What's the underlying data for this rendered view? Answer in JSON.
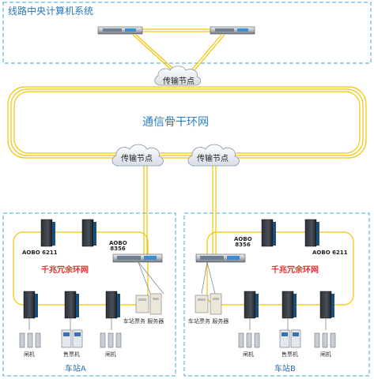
{
  "labels": {
    "central_system": "线路中央计算机系统",
    "backbone": "通信骨干环网",
    "node_top": "传输节点",
    "node_left": "传输节点",
    "node_right": "传输节点",
    "a_switch_1": "AOBO 6211",
    "a_switch_2": "AOBO 8356",
    "a_redundant_ring": "千兆冗余环网",
    "a_ticket_server": "车站票务 服务器",
    "a_gate_1": "闸机",
    "a_ticket_machine": "售票机",
    "a_gate_2": "闸机",
    "station_a": "车站A",
    "b_switch_1": "AOBO 8356",
    "b_switch_2": "AOBO 6211",
    "b_redundant_ring": "千兆冗余环网",
    "b_ticket_server": "车站票务 服务器",
    "b_gate_1": "闸机",
    "b_ticket_machine": "售票机",
    "b_gate_2": "闸机",
    "station_b": "车站B"
  },
  "colors": {
    "dashed_border": "#3aa6d8",
    "ring_line": "#f5c400",
    "red_label": "#e52a2a",
    "blue_text": "#2b7fc1"
  }
}
